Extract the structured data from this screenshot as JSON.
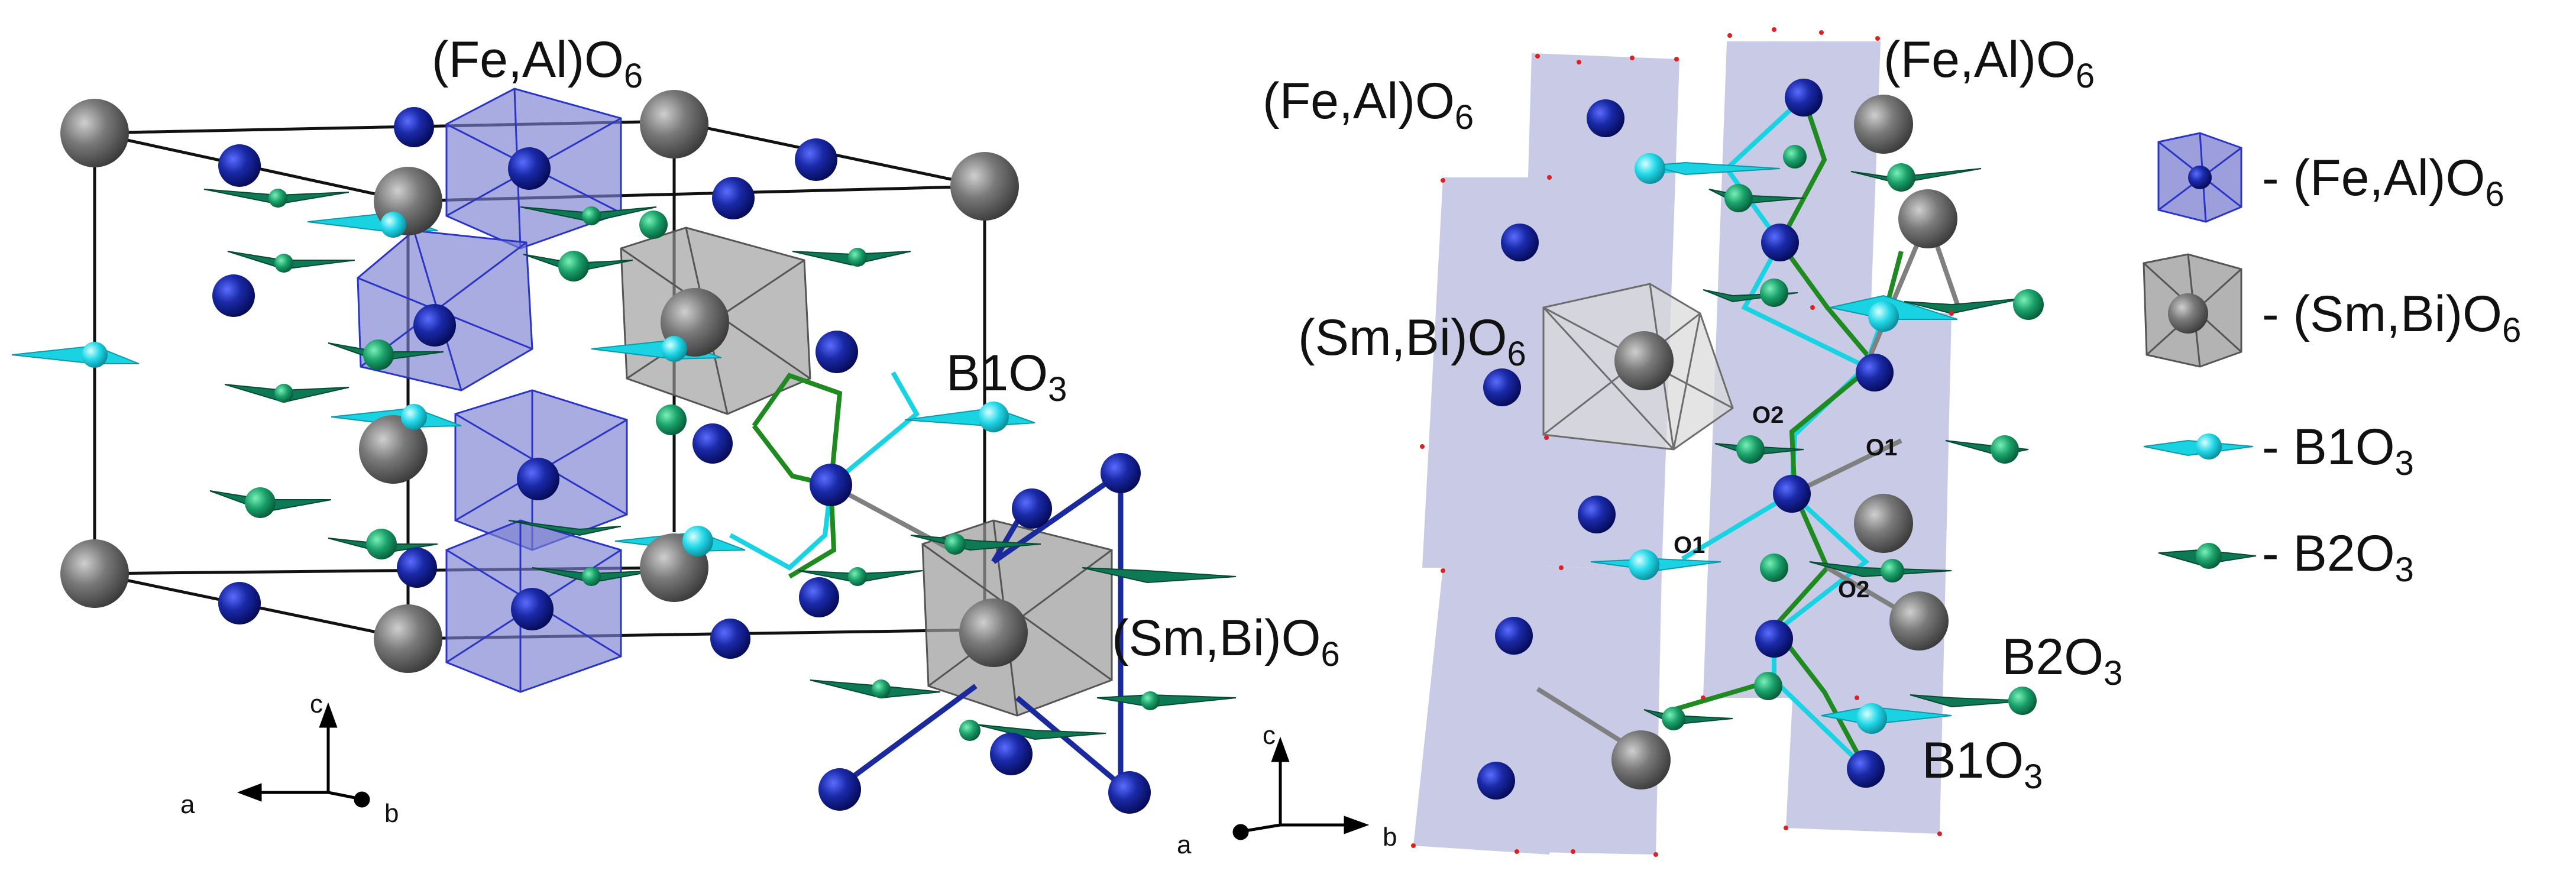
{
  "left_panel": {
    "labels": {
      "feal_top": {
        "text": "(Fe,Al)O",
        "sub": "6"
      },
      "b1o3": {
        "text": "B1O",
        "sub": "3"
      },
      "smbi": {
        "text": "(Sm,Bi)O",
        "sub": "6"
      }
    },
    "axes": {
      "c": "c",
      "a": "a",
      "b": "b"
    }
  },
  "right_panel": {
    "labels": {
      "feal_left": {
        "text": "(Fe,Al)O",
        "sub": "6"
      },
      "feal_right": {
        "text": "(Fe,Al)O",
        "sub": "6"
      },
      "smbi": {
        "text": "(Sm,Bi)O",
        "sub": "6"
      },
      "b2o3": {
        "text": "B2O",
        "sub": "3"
      },
      "b1o3": {
        "text": "B1O",
        "sub": "3"
      }
    },
    "oxygen_labels": {
      "o2a": "O2",
      "o1a": "O1",
      "o1b": "O1",
      "o2b": "O2"
    },
    "axes": {
      "c": "c",
      "a": "a",
      "b": "b"
    }
  },
  "legend": {
    "items": [
      {
        "icon": "feal-octahedron-icon",
        "text": "- (Fe,Al)O",
        "sub": "6"
      },
      {
        "icon": "smbi-octahedron-icon",
        "text": "- (Sm,Bi)O",
        "sub": "6"
      },
      {
        "icon": "b1o3-triangle-icon",
        "text": "- B1O",
        "sub": "3"
      },
      {
        "icon": "b2o3-triangle-icon",
        "text": "- B2O",
        "sub": "3"
      }
    ]
  },
  "colors": {
    "fe_al_atom": "#0d1a8c",
    "sm_bi_atom": "#6e6e6e",
    "fe_al_polyhedron": "#7b7fd0",
    "sm_bi_polyhedron": "#9a9a9a",
    "b1_triangle": "#19d3e3",
    "b2_triangle": "#0e7a55",
    "b2_bond": "#1f8a1f",
    "right_layer": "#c9cbe6"
  }
}
